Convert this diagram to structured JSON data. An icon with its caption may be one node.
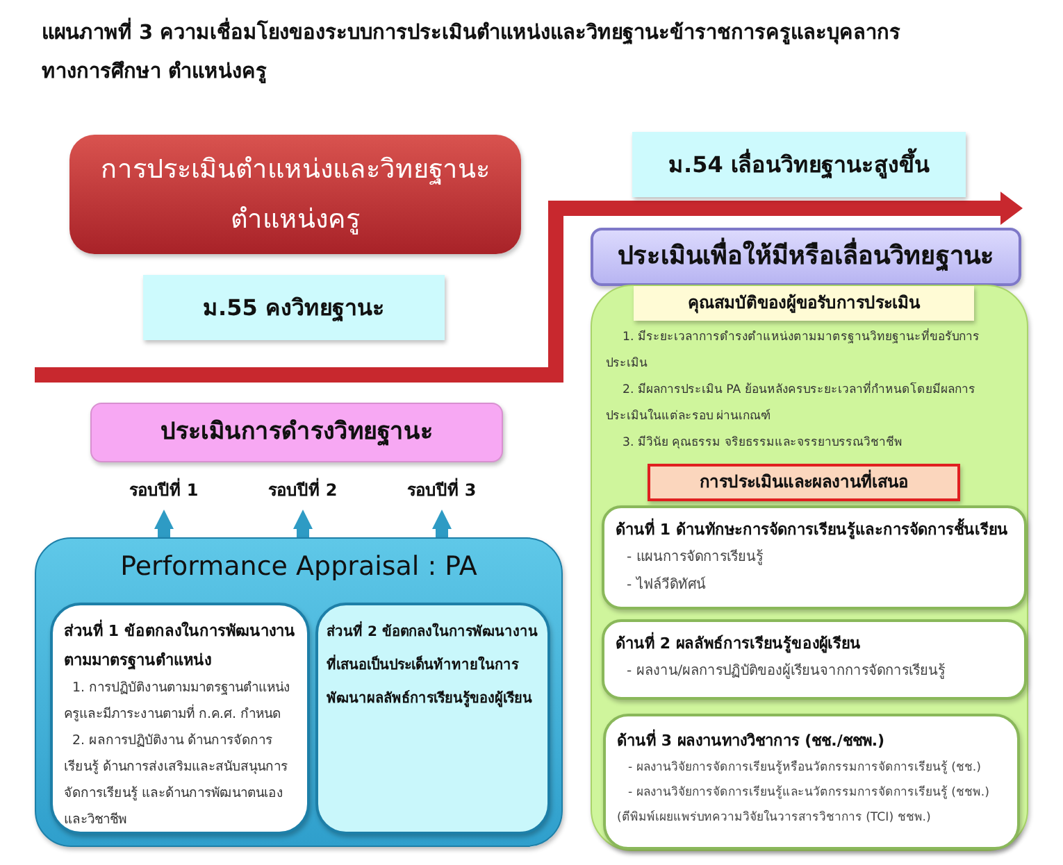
{
  "diagram": {
    "title": "แผนภาพที่ 3 ความเชื่อมโยงของระบบการประเมินตำแหน่งและวิทยฐานะข้าราชการครูและบุคลากรทางการศึกษา ตำแหน่งครู",
    "nodes": [
      {
        "text": [
          "การประเมินตำแหน่งและวิทยฐานะ ตำแหน่งครู"
        ]
      },
      {
        "text": [
          "ม.55 คงวิทยฐานะ"
        ]
      },
      {
        "text": [
          "ม.54 เลื่อนวิทยฐานะสูงขึ้น"
        ]
      },
      {
        "text": [
          "ประเมินการดำรงวิทยฐานะ"
        ]
      },
      {
        "text": [
          "รอบปีที่ 1"
        ]
      },
      {
        "text": [
          "รอบปีที่ 2"
        ]
      },
      {
        "text": [
          "รอบปีที่ 3"
        ]
      },
      {
        "text": [
          "Performance Appraisal : PA"
        ]
      },
      {
        "text": [
          "ส่วนที่ 1 ข้อตกลงในการพัฒนางานตามมาตรฐานตำแหน่ง",
          "1. การปฏิบัติงานตามมาตรฐานตำแหน่งครูและมีภาระงานตามที่ ก.ค.ศ. กำหนด",
          "2. ผลการปฏิบัติงาน ด้านการจัดการเรียนรู้ ด้านการส่งเสริมและสนับสนุนการจัดการเรียนรู้ และด้านการพัฒนาตนเองและวิชาชีพ"
        ],
        "in": 7
      },
      {
        "text": [
          "ส่วนที่ 2 ข้อตกลงในการพัฒนางานที่เสนอเป็นประเด็นท้าทายในการพัฒนาผลลัพธ์การเรียนรู้ของผู้เรียน"
        ],
        "in": 7
      },
      {
        "text": [
          "ประเมินเพื่อให้มีหรือเลื่อนวิทยฐานะ"
        ]
      },
      {
        "text": [
          "1. มีระยะเวลาการดำรงตำแหน่งตามมาตรฐานวิทยฐานะที่ขอรับการประเมิน",
          "2. มีผลการประเมิน PA ย้อนหลังครบระยะเวลาที่กำหนดโดยมีผลการประเมินในแต่ละรอบ ผ่านเกณฑ์",
          "3. มีวินัย คุณธรรม จริยธรรมและจรรยาบรรณวิชาชีพ"
        ]
      },
      {
        "text": [
          "คุณสมบัติของผู้ขอรับการประเมิน"
        ],
        "in": 11
      },
      {
        "text": [
          "การประเมินและผลงานที่เสนอ"
        ],
        "in": 11
      },
      {
        "text": [
          "ด้านที่ 1 ด้านทักษะการจัดการเรียนรู้และการจัดการชั้นเรียน",
          "- แผนการจัดการเรียนรู้",
          "- ไฟล์วีดิทัศน์"
        ],
        "in": 11
      },
      {
        "text": [
          "ด้านที่ 2 ผลลัพธ์การเรียนรู้ของผู้เรียน",
          "- ผลงาน/ผลการปฏิบัติของผู้เรียนจากการจัดการเรียนรู้"
        ],
        "in": 11
      },
      {
        "text": [
          "ด้านที่ 3 ผลงานทางวิชาการ (ชช./ชชพ.)",
          "- ผลงานวิจัยการจัดการเรียนรู้หรือนวัตกรรมการจัดการเรียนรู้ (ชช.)",
          "- ผลงานวิจัยการจัดการเรียนรู้และนวัตกรรมการจัดการเรียนรู้ (ชชพ.) (ตีพิมพ์เผยแพร่บทความวิจัยในวารสารวิชาการ (TCI) ชชพ.)"
        ],
        "in": 11
      }
    ],
    "edges": [
      {
        "from": 7,
        "to": 4,
        "arrow": "to"
      },
      {
        "from": 7,
        "to": 5,
        "arrow": "to"
      },
      {
        "from": 7,
        "to": 6,
        "arrow": "to"
      }
    ]
  }
}
